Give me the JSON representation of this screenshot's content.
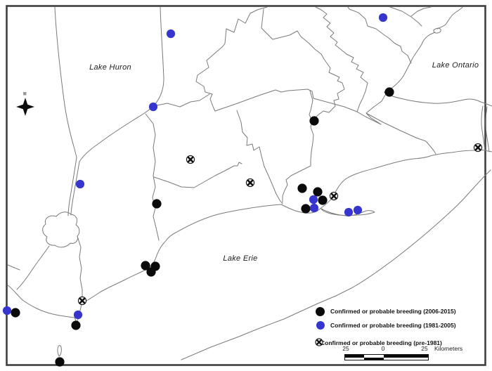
{
  "lakes": {
    "huron": "Lake Huron",
    "ontario": "Lake Ontario",
    "erie": "Lake Erie"
  },
  "legend": {
    "items": [
      {
        "marker": "black-dot",
        "label": "Confirmed or probable breeding (2006-2015)"
      },
      {
        "marker": "blue-dot",
        "label": "Confirmed or probable breeding (1981-2005)"
      },
      {
        "marker": "circle-x",
        "label": "Confirmed or probable breeding (pre-1981)"
      }
    ]
  },
  "scale": {
    "left": "25",
    "zero": "0",
    "right": "25",
    "unit": "Kilometers"
  },
  "colors": {
    "black_marker": "#0a0a0a",
    "blue_marker": "#3636cf",
    "circle_x_fill": "#ededed",
    "coastline": "#7a7a7a"
  },
  "markers": {
    "recent_2006_2015": [
      [
        554,
        131
      ],
      [
        447,
        172
      ],
      [
        430,
        268
      ],
      [
        452,
        273
      ],
      [
        459,
        285
      ],
      [
        435,
        297
      ],
      [
        223,
        290
      ],
      [
        207,
        378
      ],
      [
        221,
        379
      ],
      [
        215,
        387
      ],
      [
        22,
        445
      ],
      [
        108,
        463
      ],
      [
        85,
        515
      ]
    ],
    "mid_1981_2005": [
      [
        243,
        48
      ],
      [
        545,
        25
      ],
      [
        218,
        152
      ],
      [
        114,
        262
      ],
      [
        446,
        284
      ],
      [
        447,
        296
      ],
      [
        496,
        302
      ],
      [
        509,
        299
      ],
      [
        111,
        448
      ],
      [
        10,
        442
      ]
    ],
    "pre_1981": [
      [
        271,
        227
      ],
      [
        356,
        260
      ],
      [
        475,
        279
      ],
      [
        680,
        210
      ],
      [
        117,
        428
      ]
    ]
  }
}
